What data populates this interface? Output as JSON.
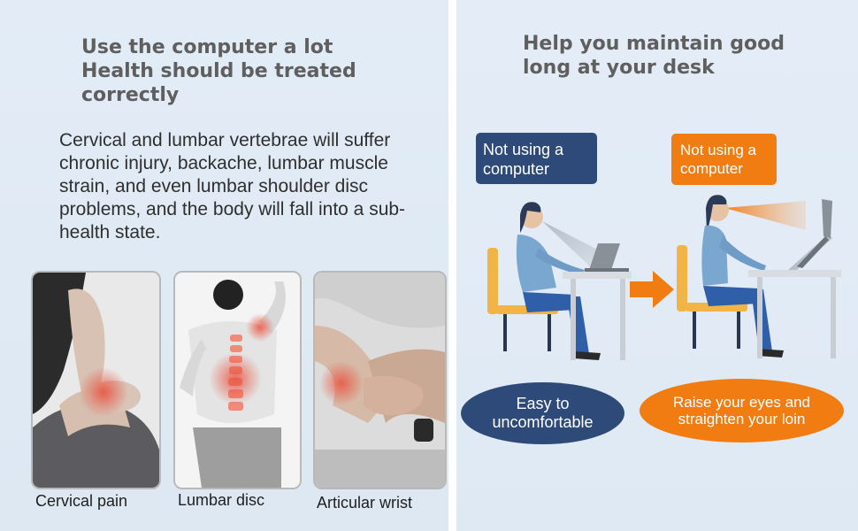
{
  "left": {
    "heading": "Use the computer a lot\nHealth should be treated\ncorrectly",
    "body": "Cervical and lumbar vertebrae will suffer chronic injury, backache, lumbar muscle strain, and even lumbar shoulder disc problems, and the body will fall into a sub-health state.",
    "photos": [
      {
        "caption": "Cervical pain"
      },
      {
        "caption": "Lumbar disc"
      },
      {
        "caption": "Articular wrist"
      }
    ]
  },
  "right": {
    "heading": "Help you maintain good\nlong at your desk",
    "before": {
      "tag": "Not using a computer",
      "result": "Easy to uncomfortable"
    },
    "after": {
      "tag": "Not using a computer",
      "result": "Raise your eyes and straighten your loin"
    }
  },
  "colors": {
    "navy": "#2d4a78",
    "orange": "#f07c12",
    "heading": "#5f5f5f",
    "pain": "#e8533f"
  },
  "icons": {
    "arrow": "arrow-right-icon"
  }
}
